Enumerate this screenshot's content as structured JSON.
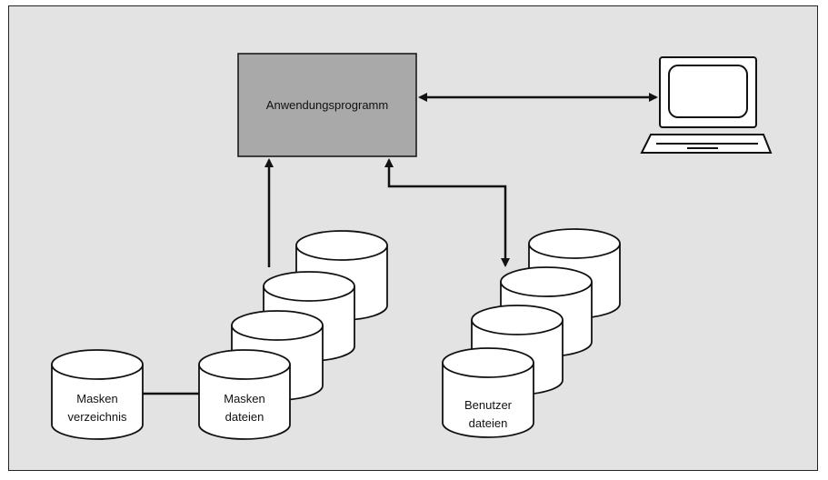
{
  "diagram": {
    "program_box": {
      "label": "Anwendungsprogramm",
      "fill": "#a9a9a9"
    },
    "terminal": {
      "icon": "computer-terminal-icon"
    },
    "masken_verzeichnis": {
      "line1": "Masken",
      "line2": "verzeichnis"
    },
    "masken_dateien": {
      "line1": "Masken",
      "line2": "dateien",
      "stack_count": 4
    },
    "benutzer_dateien": {
      "line1": "Benutzer",
      "line2": "dateien",
      "stack_count": 4
    },
    "colors": {
      "background": "#e3e3e3",
      "box_fill": "#a9a9a9",
      "line": "#111111",
      "cylinder_fill": "#ffffff"
    }
  }
}
